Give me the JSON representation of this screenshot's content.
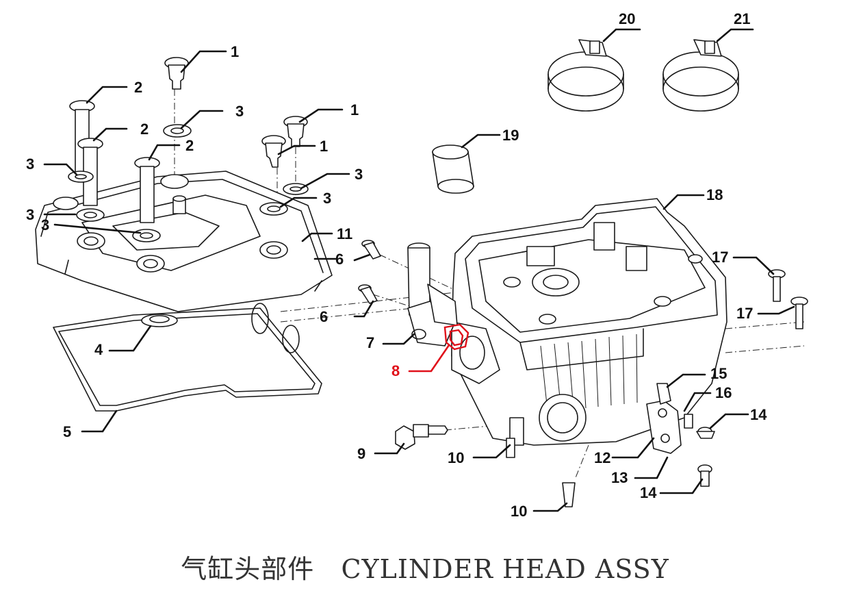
{
  "caption": {
    "cn": "气缸头部件",
    "en": "CYLINDER HEAD ASSY"
  },
  "highlight_color": "#e0101a",
  "labels": [
    {
      "id": "l1a",
      "text": "1"
    },
    {
      "id": "l1b",
      "text": "1"
    },
    {
      "id": "l1c",
      "text": "1"
    },
    {
      "id": "l2a",
      "text": "2"
    },
    {
      "id": "l2b",
      "text": "2"
    },
    {
      "id": "l2c",
      "text": "2"
    },
    {
      "id": "l3a",
      "text": "3"
    },
    {
      "id": "l3b",
      "text": "3"
    },
    {
      "id": "l3c",
      "text": "3"
    },
    {
      "id": "l3d",
      "text": "3"
    },
    {
      "id": "l3e",
      "text": "3"
    },
    {
      "id": "l3f",
      "text": "3"
    },
    {
      "id": "l4",
      "text": "4"
    },
    {
      "id": "l5",
      "text": "5"
    },
    {
      "id": "l6a",
      "text": "6"
    },
    {
      "id": "l6b",
      "text": "6"
    },
    {
      "id": "l7",
      "text": "7"
    },
    {
      "id": "l8",
      "text": "8",
      "highlight": true
    },
    {
      "id": "l9",
      "text": "9"
    },
    {
      "id": "l10a",
      "text": "10"
    },
    {
      "id": "l10b",
      "text": "10"
    },
    {
      "id": "l11",
      "text": "11"
    },
    {
      "id": "l12",
      "text": "12"
    },
    {
      "id": "l13",
      "text": "13"
    },
    {
      "id": "l14a",
      "text": "14"
    },
    {
      "id": "l14b",
      "text": "14"
    },
    {
      "id": "l15",
      "text": "15"
    },
    {
      "id": "l16",
      "text": "16"
    },
    {
      "id": "l17a",
      "text": "17"
    },
    {
      "id": "l17b",
      "text": "17"
    },
    {
      "id": "l18",
      "text": "18"
    },
    {
      "id": "l19",
      "text": "19"
    },
    {
      "id": "l20",
      "text": "20"
    },
    {
      "id": "l21",
      "text": "21"
    }
  ]
}
